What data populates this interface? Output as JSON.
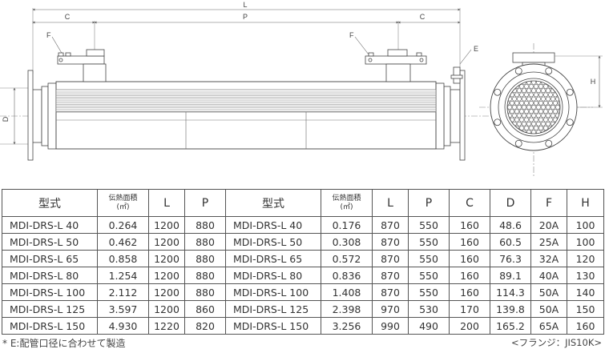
{
  "drawing": {
    "dim_L": "L",
    "dim_P": "P",
    "dim_C": "C",
    "dim_D": "D",
    "dim_H": "H",
    "dim_F": "F",
    "dim_E": "E"
  },
  "table": {
    "headers_left": {
      "model": "型式",
      "area_line1": "伝熱面積",
      "area_line2": "(㎡)",
      "L": "L",
      "P": "P"
    },
    "headers_right": {
      "model": "型式",
      "area_line1": "伝熱面積",
      "area_line2": "(㎡)",
      "L": "L",
      "P": "P",
      "C": "C",
      "D": "D",
      "F": "F",
      "H": "H"
    },
    "rows": [
      {
        "model_a": "MDI-DRS-L  40",
        "area_a": "0.264",
        "L_a": "1200",
        "P_a": "880",
        "model_b": "MDI-DRS-L  40",
        "area_b": "0.176",
        "L_b": "870",
        "P_b": "550",
        "C": "160",
        "D": "48.6",
        "F": "20A",
        "H": "100"
      },
      {
        "model_a": "MDI-DRS-L  50",
        "area_a": "0.462",
        "L_a": "1200",
        "P_a": "880",
        "model_b": "MDI-DRS-L  50",
        "area_b": "0.308",
        "L_b": "870",
        "P_b": "550",
        "C": "160",
        "D": "60.5",
        "F": "25A",
        "H": "100"
      },
      {
        "model_a": "MDI-DRS-L  65",
        "area_a": "0.858",
        "L_a": "1200",
        "P_a": "880",
        "model_b": "MDI-DRS-L  65",
        "area_b": "0.572",
        "L_b": "870",
        "P_b": "550",
        "C": "160",
        "D": "76.3",
        "F": "32A",
        "H": "120"
      },
      {
        "model_a": "MDI-DRS-L  80",
        "area_a": "1.254",
        "L_a": "1200",
        "P_a": "880",
        "model_b": "MDI-DRS-L  80",
        "area_b": "0.836",
        "L_b": "870",
        "P_b": "550",
        "C": "160",
        "D": "89.1",
        "F": "40A",
        "H": "130"
      },
      {
        "model_a": "MDI-DRS-L 100",
        "area_a": "2.112",
        "L_a": "1200",
        "P_a": "880",
        "model_b": "MDI-DRS-L 100",
        "area_b": "1.408",
        "L_b": "870",
        "P_b": "550",
        "C": "160",
        "D": "114.3",
        "F": "50A",
        "H": "140"
      },
      {
        "model_a": "MDI-DRS-L 125",
        "area_a": "3.597",
        "L_a": "1200",
        "P_a": "860",
        "model_b": "MDI-DRS-L 125",
        "area_b": "2.398",
        "L_b": "970",
        "P_b": "530",
        "C": "170",
        "D": "139.8",
        "F": "50A",
        "H": "150"
      },
      {
        "model_a": "MDI-DRS-L 150",
        "area_a": "4.930",
        "L_a": "1220",
        "P_a": "820",
        "model_b": "MDI-DRS-L 150",
        "area_b": "3.256",
        "L_b": "990",
        "P_b": "490",
        "C": "200",
        "D": "165.2",
        "F": "65A",
        "H": "160"
      }
    ]
  },
  "notes": {
    "left": "* E:配管口径に合わせて製造",
    "right": "<フランジ：JIS10K>"
  }
}
